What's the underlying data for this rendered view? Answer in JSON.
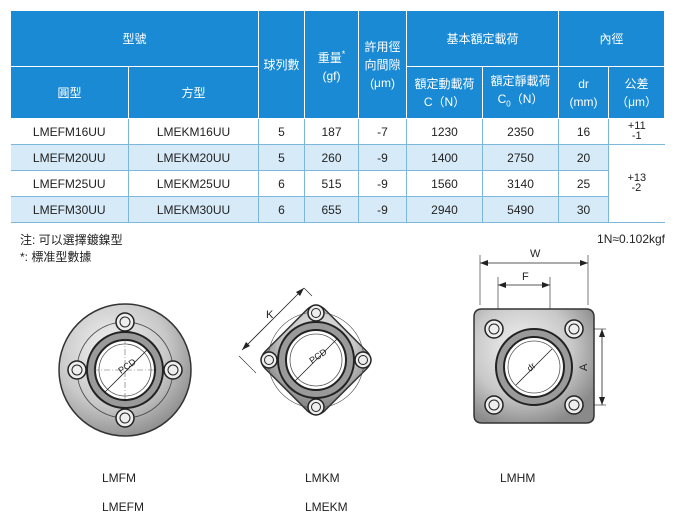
{
  "table": {
    "header": {
      "model": "型號",
      "round": "圓型",
      "square": "方型",
      "ball_rows": "球列數",
      "weight": "重量",
      "weight_star": "*",
      "weight_unit": "(gf)",
      "tolerance_title_1": "許用徑",
      "tolerance_title_2": "向間隙",
      "tolerance_unit": "(μm)",
      "load_title": "基本額定載荷",
      "dynamic": "額定動載荷",
      "dynamic_sym": "C（N）",
      "static": "額定靜載荷",
      "static_sym_c": "C",
      "static_sym_sub": "0",
      "static_sym_unit": "（N）",
      "inner_title": "內徑",
      "dr": "dr",
      "dr_unit": "(mm)",
      "tol": "公差",
      "tol_unit": "（μm）"
    },
    "rows": [
      {
        "round": "LMEFM16UU",
        "square": "LMEKM16UU",
        "rows": "5",
        "weight": "187",
        "clearance": "-7",
        "dynamic": "1230",
        "static": "2350",
        "dr": "16"
      },
      {
        "round": "LMEFM20UU",
        "square": "LMEKM20UU",
        "rows": "5",
        "weight": "260",
        "clearance": "-9",
        "dynamic": "1400",
        "static": "2750",
        "dr": "20"
      },
      {
        "round": "LMEFM25UU",
        "square": "LMEKM25UU",
        "rows": "6",
        "weight": "515",
        "clearance": "-9",
        "dynamic": "1560",
        "static": "3140",
        "dr": "25"
      },
      {
        "round": "LMEFM30UU",
        "square": "LMEKM30UU",
        "rows": "6",
        "weight": "655",
        "clearance": "-9",
        "dynamic": "2940",
        "static": "5490",
        "dr": "30"
      }
    ],
    "tol_1": {
      "upper": "+11",
      "lower": "-1"
    },
    "tol_2": {
      "upper": "+13",
      "lower": "-2"
    }
  },
  "notes": {
    "note1": "注:  可以選擇鍍鎳型",
    "note2": "*:  標准型數據",
    "conversion": "1N≈0.102kgf"
  },
  "drawings": {
    "pcd": "PCD",
    "dr": "dr",
    "dim_w": "W",
    "dim_f": "F",
    "dim_a": "A",
    "dim_k": "K"
  },
  "captions": {
    "round_1": "LMFM",
    "round_2": "LMEFM",
    "square_1": "LMKM",
    "square_2": "LMEKM",
    "hm": "LMHM"
  },
  "colors": {
    "header_bg": "#1a8ad4",
    "alt_row_bg": "#d6eaf8"
  }
}
